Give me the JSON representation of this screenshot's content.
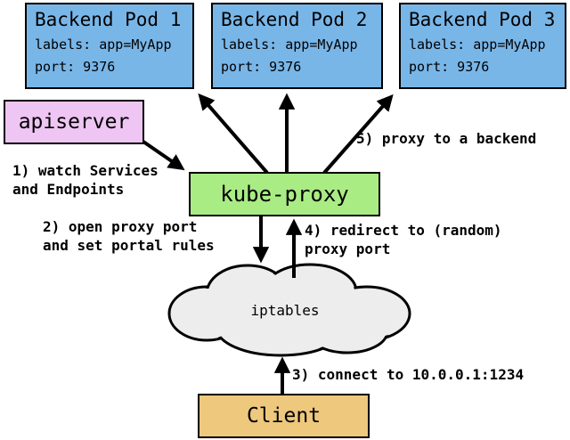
{
  "nodes": {
    "pods": [
      {
        "title": "Backend Pod 1",
        "labels": "labels: app=MyApp",
        "port": "port: 9376"
      },
      {
        "title": "Backend Pod 2",
        "labels": "labels: app=MyApp",
        "port": "port: 9376"
      },
      {
        "title": "Backend Pod 3",
        "labels": "labels: app=MyApp",
        "port": "port: 9376"
      }
    ],
    "apiserver": {
      "label": "apiserver"
    },
    "kube_proxy": {
      "label": "kube-proxy"
    },
    "iptables": {
      "label": "iptables"
    },
    "client": {
      "label": "Client"
    }
  },
  "annotations": {
    "step1": "1) watch Services\nand Endpoints",
    "step2": "2) open proxy port\nand set portal rules",
    "step3": "3) connect to 10.0.0.1:1234",
    "step4": "4) redirect to (random)\nproxy port",
    "step5": "5) proxy to a backend"
  },
  "colors": {
    "pod_fill": "#79b6e8",
    "apiserver_fill": "#eec5f3",
    "kube_proxy_fill": "#a9ec84",
    "client_fill": "#edc87d",
    "cloud_fill": "#ededed",
    "border": "#000000",
    "background": "#ffffff"
  }
}
